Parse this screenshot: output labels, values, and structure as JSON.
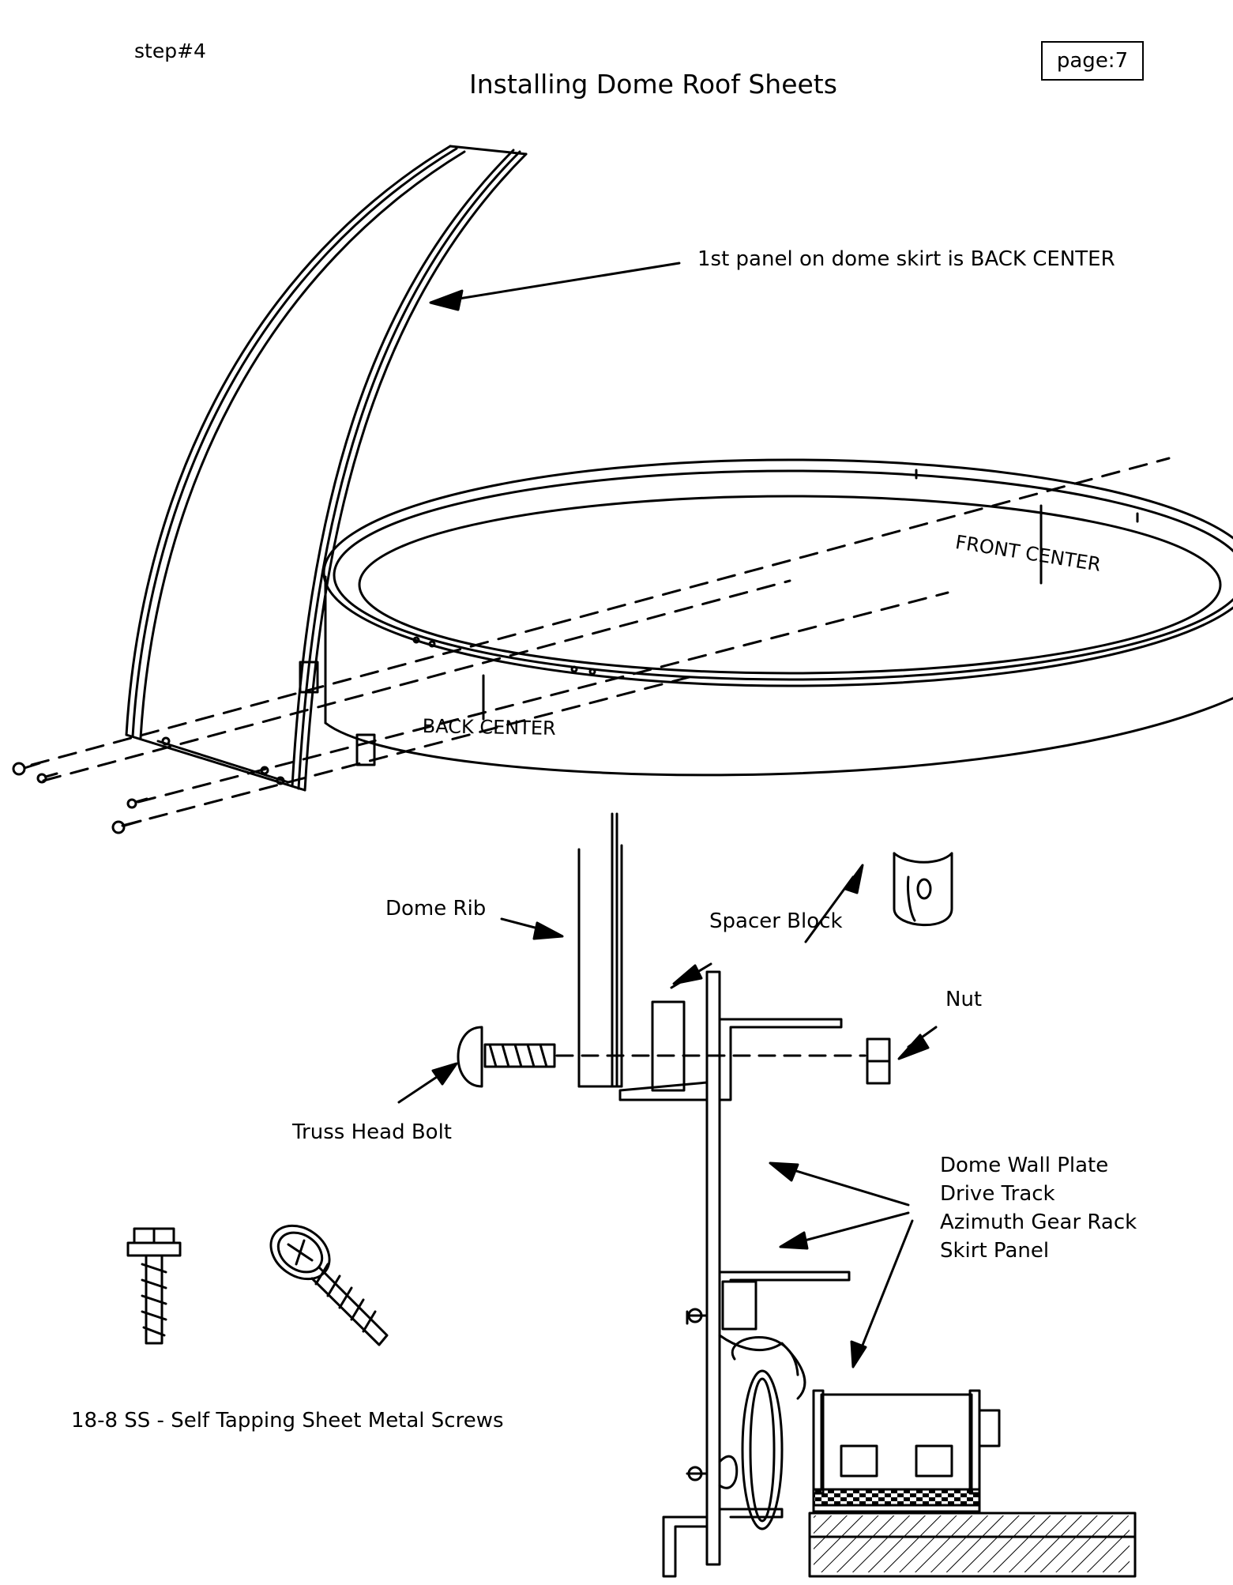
{
  "header": {
    "step": "step#4",
    "title": "Installing Dome Roof Sheets",
    "page": "page:7"
  },
  "labels": {
    "first_panel": "1st panel on dome skirt is BACK CENTER",
    "front_center": "FRONT CENTER",
    "back_center": "BACK CENTER",
    "dome_rib": "Dome Rib",
    "spacer_block": "Spacer Block",
    "nut": "Nut",
    "truss_head_bolt": "Truss Head Bolt",
    "wall_plate_parts": [
      "Dome Wall Plate",
      "Drive Track",
      "Azimuth Gear Rack",
      "Skirt Panel"
    ],
    "screws_caption": "18-8 SS - Self Tapping Sheet Metal Screws"
  }
}
